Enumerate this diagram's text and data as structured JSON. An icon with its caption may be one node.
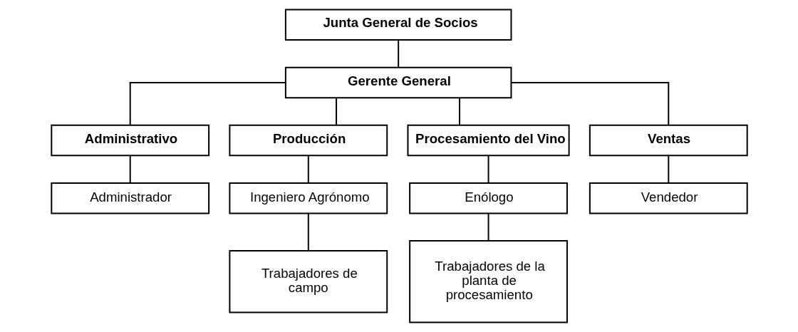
{
  "diagram": {
    "nodes": [
      {
        "text": [
          "Junta General de Socios"
        ]
      },
      {
        "text": [
          "Gerente General"
        ]
      },
      {
        "text": [
          "Administrativo"
        ]
      },
      {
        "text": [
          "Producción"
        ]
      },
      {
        "text": [
          "Procesamiento del Vino"
        ]
      },
      {
        "text": [
          "Ventas"
        ]
      },
      {
        "text": [
          "Administrador"
        ]
      },
      {
        "text": [
          "Ingeniero Agrónomo"
        ]
      },
      {
        "text": [
          "Enólogo"
        ]
      },
      {
        "text": [
          "Vendedor"
        ]
      },
      {
        "text": [
          "Trabajadores de campo"
        ]
      },
      {
        "text": [
          "Trabajadores de la planta de procesamiento"
        ]
      }
    ],
    "edges": [
      {
        "from": 0,
        "to": 1,
        "arrow": "none"
      },
      {
        "from": 1,
        "to": 2,
        "arrow": "none"
      },
      {
        "from": 1,
        "to": 3,
        "arrow": "none"
      },
      {
        "from": 1,
        "to": 4,
        "arrow": "none"
      },
      {
        "from": 1,
        "to": 5,
        "arrow": "none"
      },
      {
        "from": 2,
        "to": 6,
        "arrow": "none"
      },
      {
        "from": 3,
        "to": 7,
        "arrow": "none"
      },
      {
        "from": 4,
        "to": 8,
        "arrow": "none"
      },
      {
        "from": 5,
        "to": 9,
        "arrow": "none"
      },
      {
        "from": 7,
        "to": 10,
        "arrow": "none"
      },
      {
        "from": 8,
        "to": 11,
        "arrow": "none"
      }
    ]
  }
}
